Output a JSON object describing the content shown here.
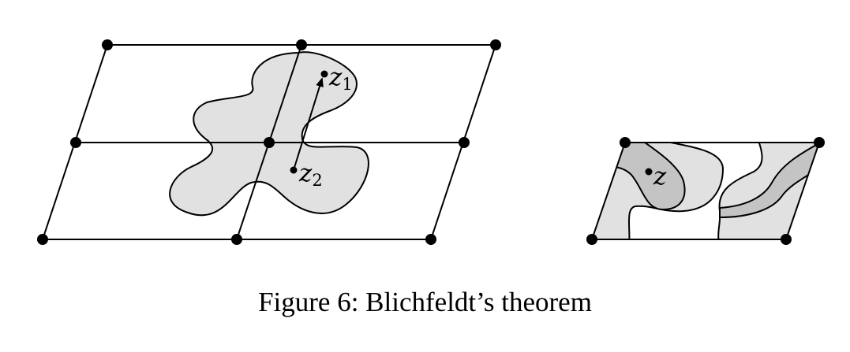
{
  "figure": {
    "caption": "Figure 6: Blichfeldt’s theorem",
    "left_panel": {
      "points": [
        {
          "var": "z",
          "sub": "1"
        },
        {
          "var": "z",
          "sub": "2"
        }
      ]
    },
    "right_panel": {
      "point": {
        "var": "z"
      }
    },
    "colors": {
      "lattice": "#000000",
      "region_light": "#e1e1e1",
      "region_dark": "#c4c4c4"
    }
  }
}
